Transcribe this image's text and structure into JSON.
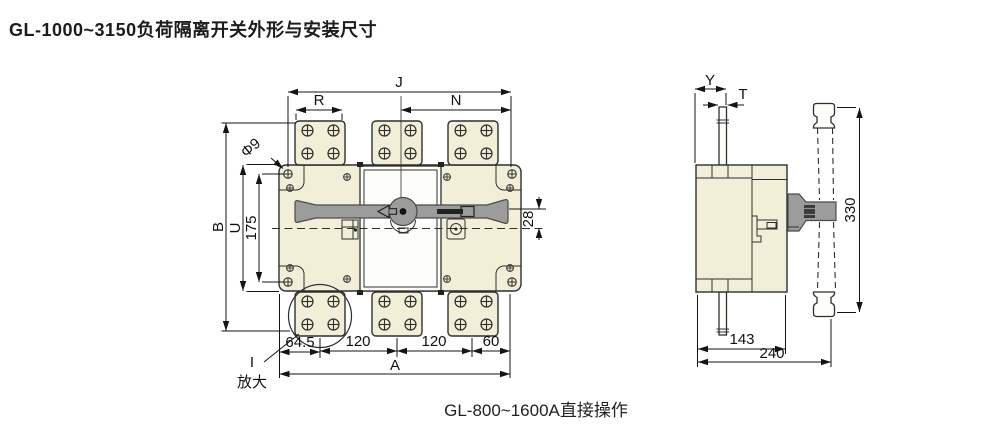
{
  "title": "GL-1000~3150负荷隔离开关外形与安装尺寸",
  "caption": "GL-800~1600A直接操作",
  "front_view": {
    "dims": {
      "j": "J",
      "r": "R",
      "n": "N",
      "b": "B",
      "u": "U",
      "hole_pitch_vertical": "175",
      "hole_diameter": "Φ9",
      "handle_offset": "28",
      "edge_to_first_pole": "64.5",
      "pole_pitch_1": "120",
      "pole_pitch_2": "120",
      "last_pole_to_edge": "60",
      "a": "A",
      "detail_mark": "I",
      "detail_note": "放大"
    }
  },
  "side_view": {
    "dims": {
      "y": "Y",
      "t": "T",
      "handle_length": "330",
      "depth_body": "143",
      "depth_total": "240"
    }
  },
  "colors": {
    "body_fill": "#F2EFD8",
    "outline": "#2F2F2F",
    "handle_gray": "#9C9C9C",
    "dim_lines": "#141414"
  }
}
